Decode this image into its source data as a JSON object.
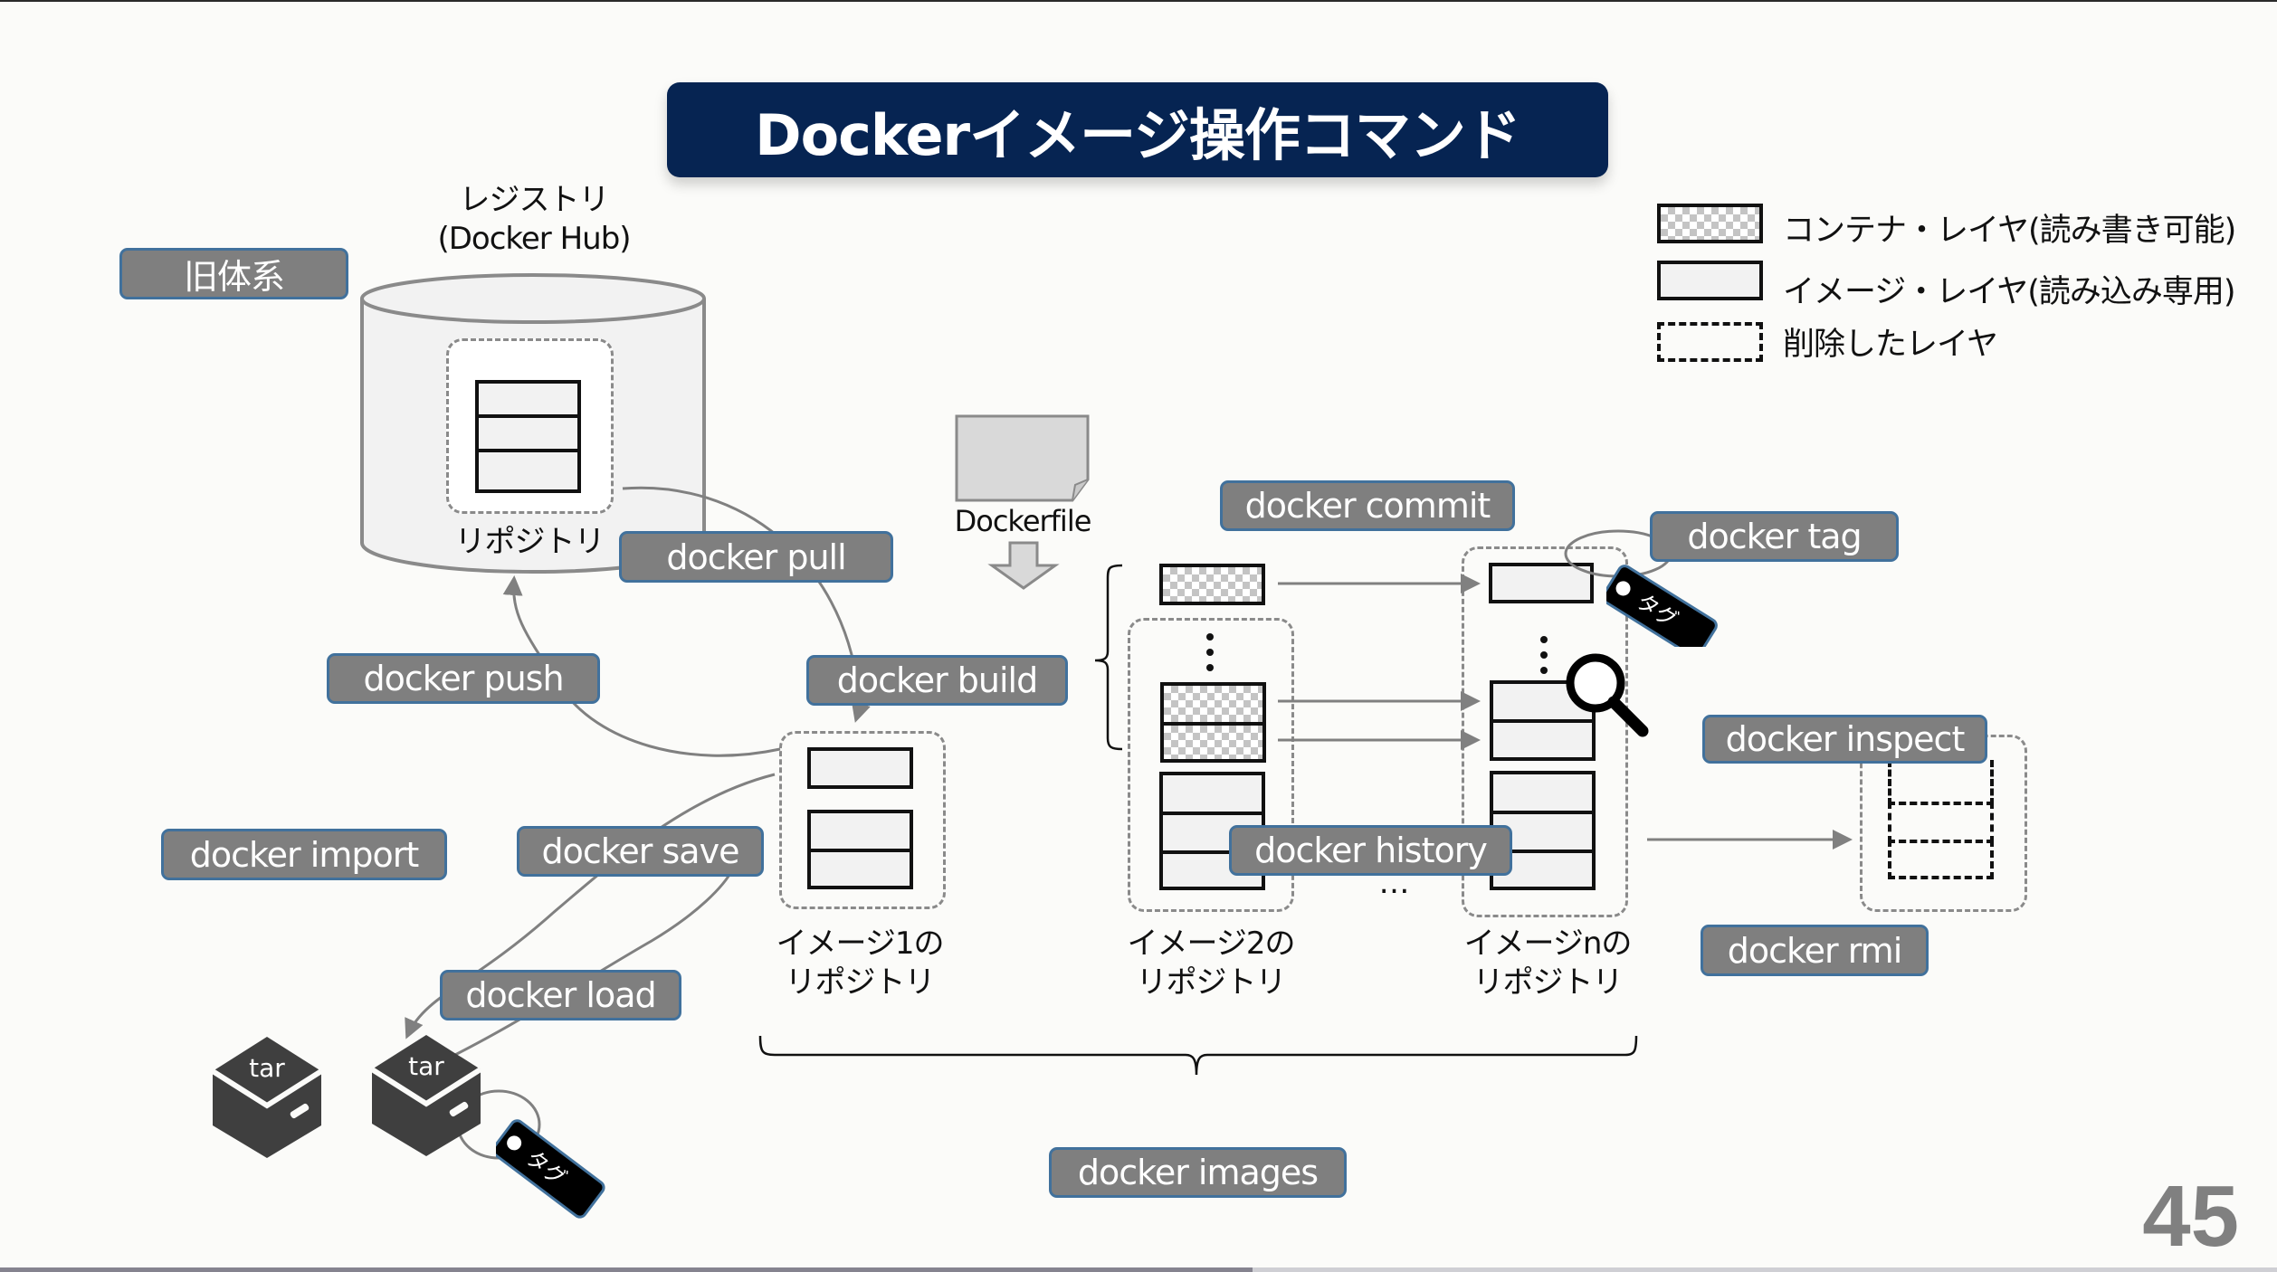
{
  "title": "Dockerイメージ操作コマンド",
  "page_number": "45",
  "progress_percent": 55,
  "legend": {
    "items": [
      {
        "type": "container-layer",
        "label": "コンテナ・レイヤ(読み書き可能)"
      },
      {
        "type": "image-layer",
        "label": "イメージ・レイヤ(読み込み専用)"
      },
      {
        "type": "deleted-layer",
        "label": "削除したレイヤ"
      }
    ]
  },
  "registry": {
    "title_line1": "レジストリ",
    "title_line2": "(Docker Hub)",
    "repository_label": "リポジトリ"
  },
  "legacy_label": "旧体系",
  "dockerfile_label": "Dockerfile",
  "repositories": [
    {
      "line1": "イメージ1の",
      "line2": "リポジトリ"
    },
    {
      "line1": "イメージ2の",
      "line2": "リポジトリ"
    },
    {
      "line1": "イメージnの",
      "line2": "リポジトリ"
    }
  ],
  "ellipsis": "…",
  "tag_label": "タグ",
  "tar_label": "tar",
  "commands": {
    "pull": "docker pull",
    "push": "docker push",
    "build": "docker build",
    "commit": "docker commit",
    "tag": "docker tag",
    "inspect": "docker inspect",
    "rmi": "docker rmi",
    "history": "docker history",
    "import": "docker import",
    "save": "docker save",
    "load": "docker load",
    "images": "docker images"
  },
  "colors": {
    "title_bg": "#062452",
    "command_bg": "#7f7f7f",
    "command_border": "#41719c",
    "arrow": "#808080",
    "page_number": "#808080"
  }
}
